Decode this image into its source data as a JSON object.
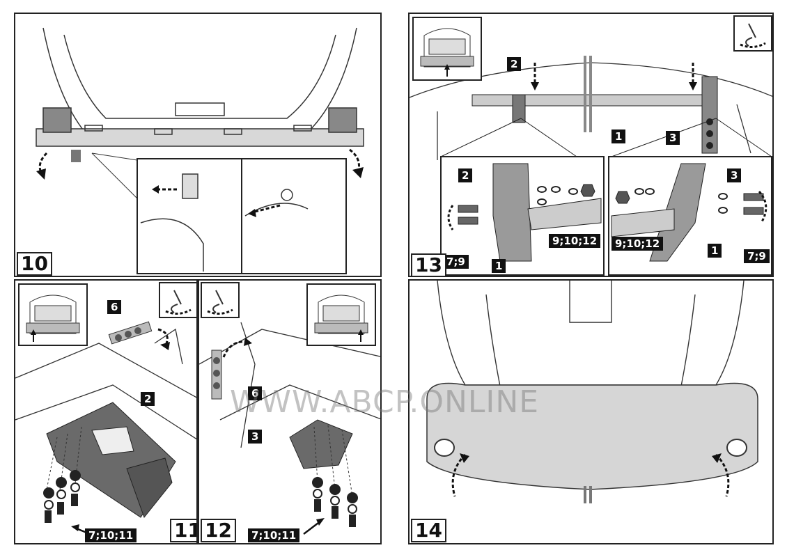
{
  "steps": {
    "s10": {
      "number": "10"
    },
    "s11": {
      "number": "11",
      "part_label": "6",
      "bracket_label": "2",
      "fastener_label": "7;10;11"
    },
    "s12": {
      "number": "12",
      "part_label": "6",
      "bracket_label": "3",
      "fastener_label": "7;10;11"
    },
    "s13": {
      "number": "13",
      "bar_label": "1",
      "left_bracket_label": "2",
      "right_bracket_label": "3",
      "left_detail": {
        "bracket": "2",
        "bar": "1",
        "washers": "9;10;12",
        "bolts": "7;9"
      },
      "right_detail": {
        "bracket": "3",
        "bar": "1",
        "washers": "9;10;12",
        "bolts": "7;9"
      }
    },
    "s14": {
      "number": "14"
    }
  },
  "watermark": "WWW.ABCP.ONLINE",
  "icons": {
    "torque": "torque-wrench-icon",
    "vehicle": "vehicle-rear-view-icon"
  }
}
